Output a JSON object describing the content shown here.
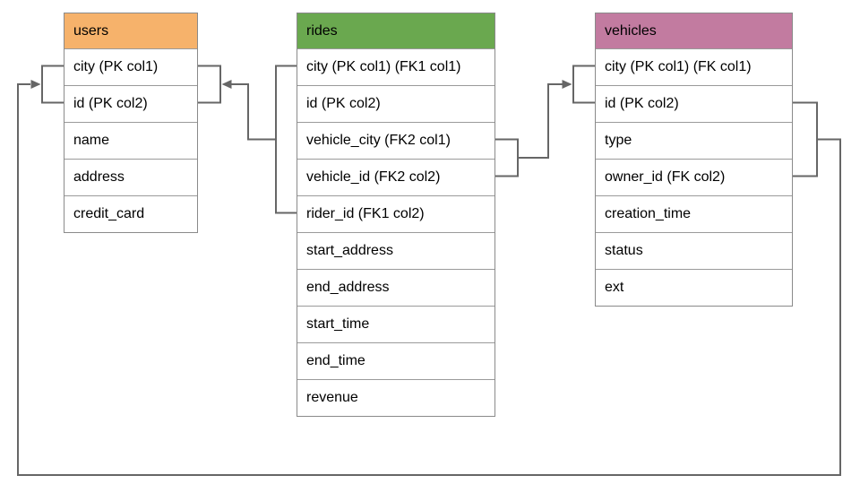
{
  "colors": {
    "connector": "#666666",
    "table_border": "#8a8a8a",
    "row_divider": "#9a9a9a",
    "row_background": "#ffffff",
    "text": "#000000"
  },
  "tables": [
    {
      "id": "users",
      "name": "users",
      "header_color": "#F6B26B",
      "columns": [
        "city (PK col1)",
        "id (PK col2)",
        "name",
        "address",
        "credit_card"
      ]
    },
    {
      "id": "rides",
      "name": "rides",
      "header_color": "#6AA84F",
      "columns": [
        "city (PK col1) (FK1 col1)",
        "id (PK col2)",
        "vehicle_city (FK2 col1)",
        "vehicle_id (FK2 col2)",
        "rider_id (FK1 col2)",
        "start_address",
        "end_address",
        "start_time",
        "end_time",
        "revenue"
      ]
    },
    {
      "id": "vehicles",
      "name": "vehicles",
      "header_color": "#C27BA0",
      "columns": [
        "city (PK col1) (FK col1)",
        "id (PK col2)",
        "type",
        "owner_id (FK col2)",
        "creation_time",
        "status",
        "ext"
      ]
    }
  ],
  "relationships": [
    {
      "id": "rides-users",
      "label": "FK1",
      "from_table": "rides",
      "from_columns": [
        "city",
        "rider_id"
      ],
      "to_table": "users",
      "to_columns": [
        "city",
        "id"
      ]
    },
    {
      "id": "rides-vehicles",
      "label": "FK2",
      "from_table": "rides",
      "from_columns": [
        "vehicle_city",
        "vehicle_id"
      ],
      "to_table": "vehicles",
      "to_columns": [
        "city",
        "id"
      ]
    },
    {
      "id": "vehicles-users",
      "label": "FK",
      "from_table": "vehicles",
      "from_columns": [
        "id",
        "owner_id"
      ],
      "to_table": "users",
      "to_columns": [
        "city",
        "id"
      ]
    }
  ]
}
